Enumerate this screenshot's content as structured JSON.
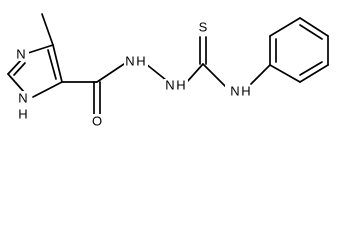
{
  "molecule": {
    "atoms": [
      {
        "id": "N_ring_top",
        "label": "N"
      },
      {
        "id": "N_ring_H",
        "label": "N",
        "sub": "H"
      },
      {
        "id": "O",
        "label": "O"
      },
      {
        "id": "NH_1",
        "label": "N",
        "sub": "H"
      },
      {
        "id": "NH_2",
        "label": "N",
        "sub": "H"
      },
      {
        "id": "S",
        "label": "S"
      },
      {
        "id": "NH_3",
        "label": "N",
        "sub": "H"
      }
    ],
    "colors": {
      "bond": "#000000",
      "text": "#000000",
      "background": "#ffffff"
    }
  }
}
